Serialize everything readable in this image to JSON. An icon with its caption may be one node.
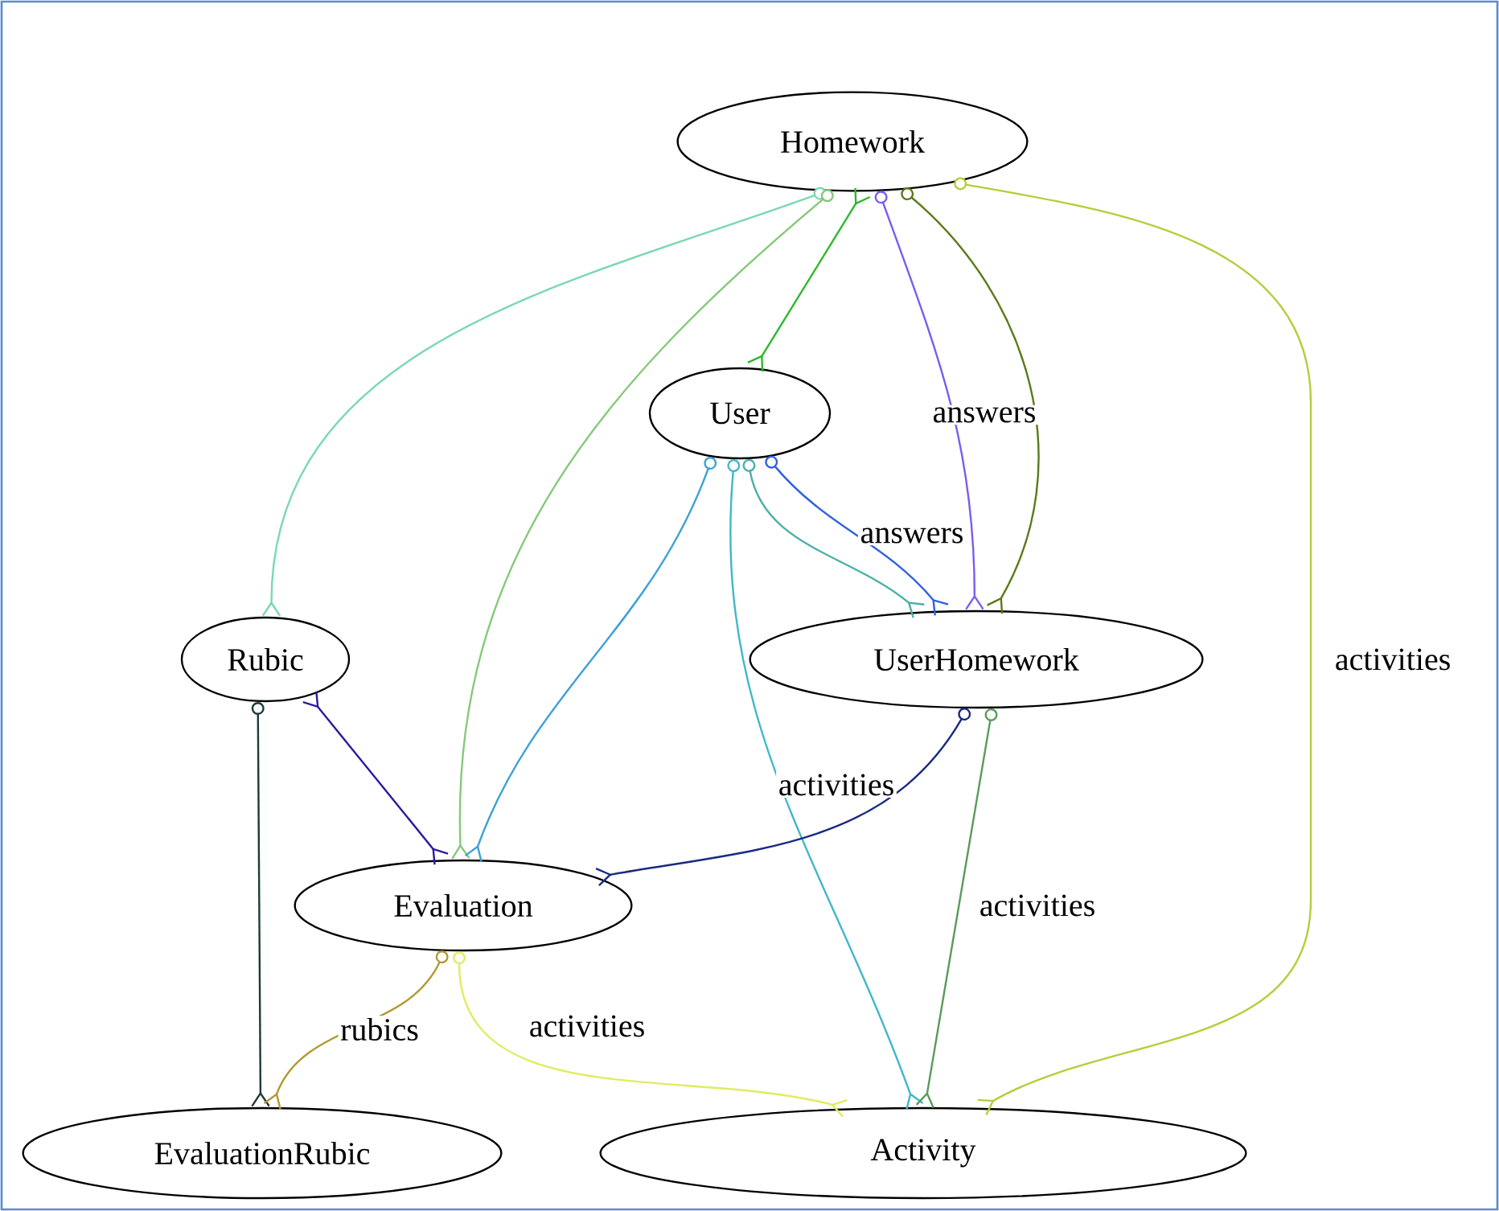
{
  "diagram": {
    "nodes": [
      {
        "text": [
          "Homework"
        ]
      },
      {
        "text": [
          "User"
        ]
      },
      {
        "text": [
          "Rubic"
        ]
      },
      {
        "text": [
          "UserHomework"
        ]
      },
      {
        "text": [
          "Evaluation"
        ]
      },
      {
        "text": [
          "EvaluationRubic"
        ]
      },
      {
        "text": [
          "Activity"
        ]
      }
    ],
    "edges": [
      {
        "from": 0,
        "to": 2,
        "arrow": "other",
        "color": "#7ad9b0"
      },
      {
        "from": 0,
        "to": 4,
        "arrow": "other",
        "color": "#86c97a"
      },
      {
        "from": 0,
        "to": 1,
        "arrow": "other",
        "color": "#2db82d"
      },
      {
        "from": 0,
        "to": 3,
        "arrow": "other",
        "label": "answers",
        "color": "#7b5cf0"
      },
      {
        "from": 0,
        "to": 3,
        "arrow": "other",
        "color": "#5a7a1a"
      },
      {
        "from": 0,
        "to": 6,
        "arrow": "other",
        "label": "activities",
        "color": "#b8cc3a"
      },
      {
        "from": 1,
        "to": 4,
        "arrow": "other",
        "color": "#3da0d8"
      },
      {
        "from": 1,
        "to": 6,
        "arrow": "other",
        "label": "activities",
        "color": "#40b8c8"
      },
      {
        "from": 1,
        "to": 3,
        "arrow": "other",
        "color": "#4ab0a8"
      },
      {
        "from": 1,
        "to": 3,
        "arrow": "other",
        "label": "answers",
        "color": "#3060e0"
      },
      {
        "from": 2,
        "to": 4,
        "arrow": "other",
        "color": "#2a1aa0"
      },
      {
        "from": 2,
        "to": 5,
        "arrow": "other",
        "color": "#1e3a3a"
      },
      {
        "from": 3,
        "to": 4,
        "arrow": "other",
        "color": "#1a2a80"
      },
      {
        "from": 3,
        "to": 6,
        "arrow": "other",
        "label": "activities",
        "color": "#5a9a5a"
      },
      {
        "from": 4,
        "to": 5,
        "arrow": "other",
        "label": "rubics",
        "color": "#b09a30"
      },
      {
        "from": 4,
        "to": 6,
        "arrow": "other",
        "label": "activities",
        "color": "#e0ec60"
      }
    ]
  }
}
